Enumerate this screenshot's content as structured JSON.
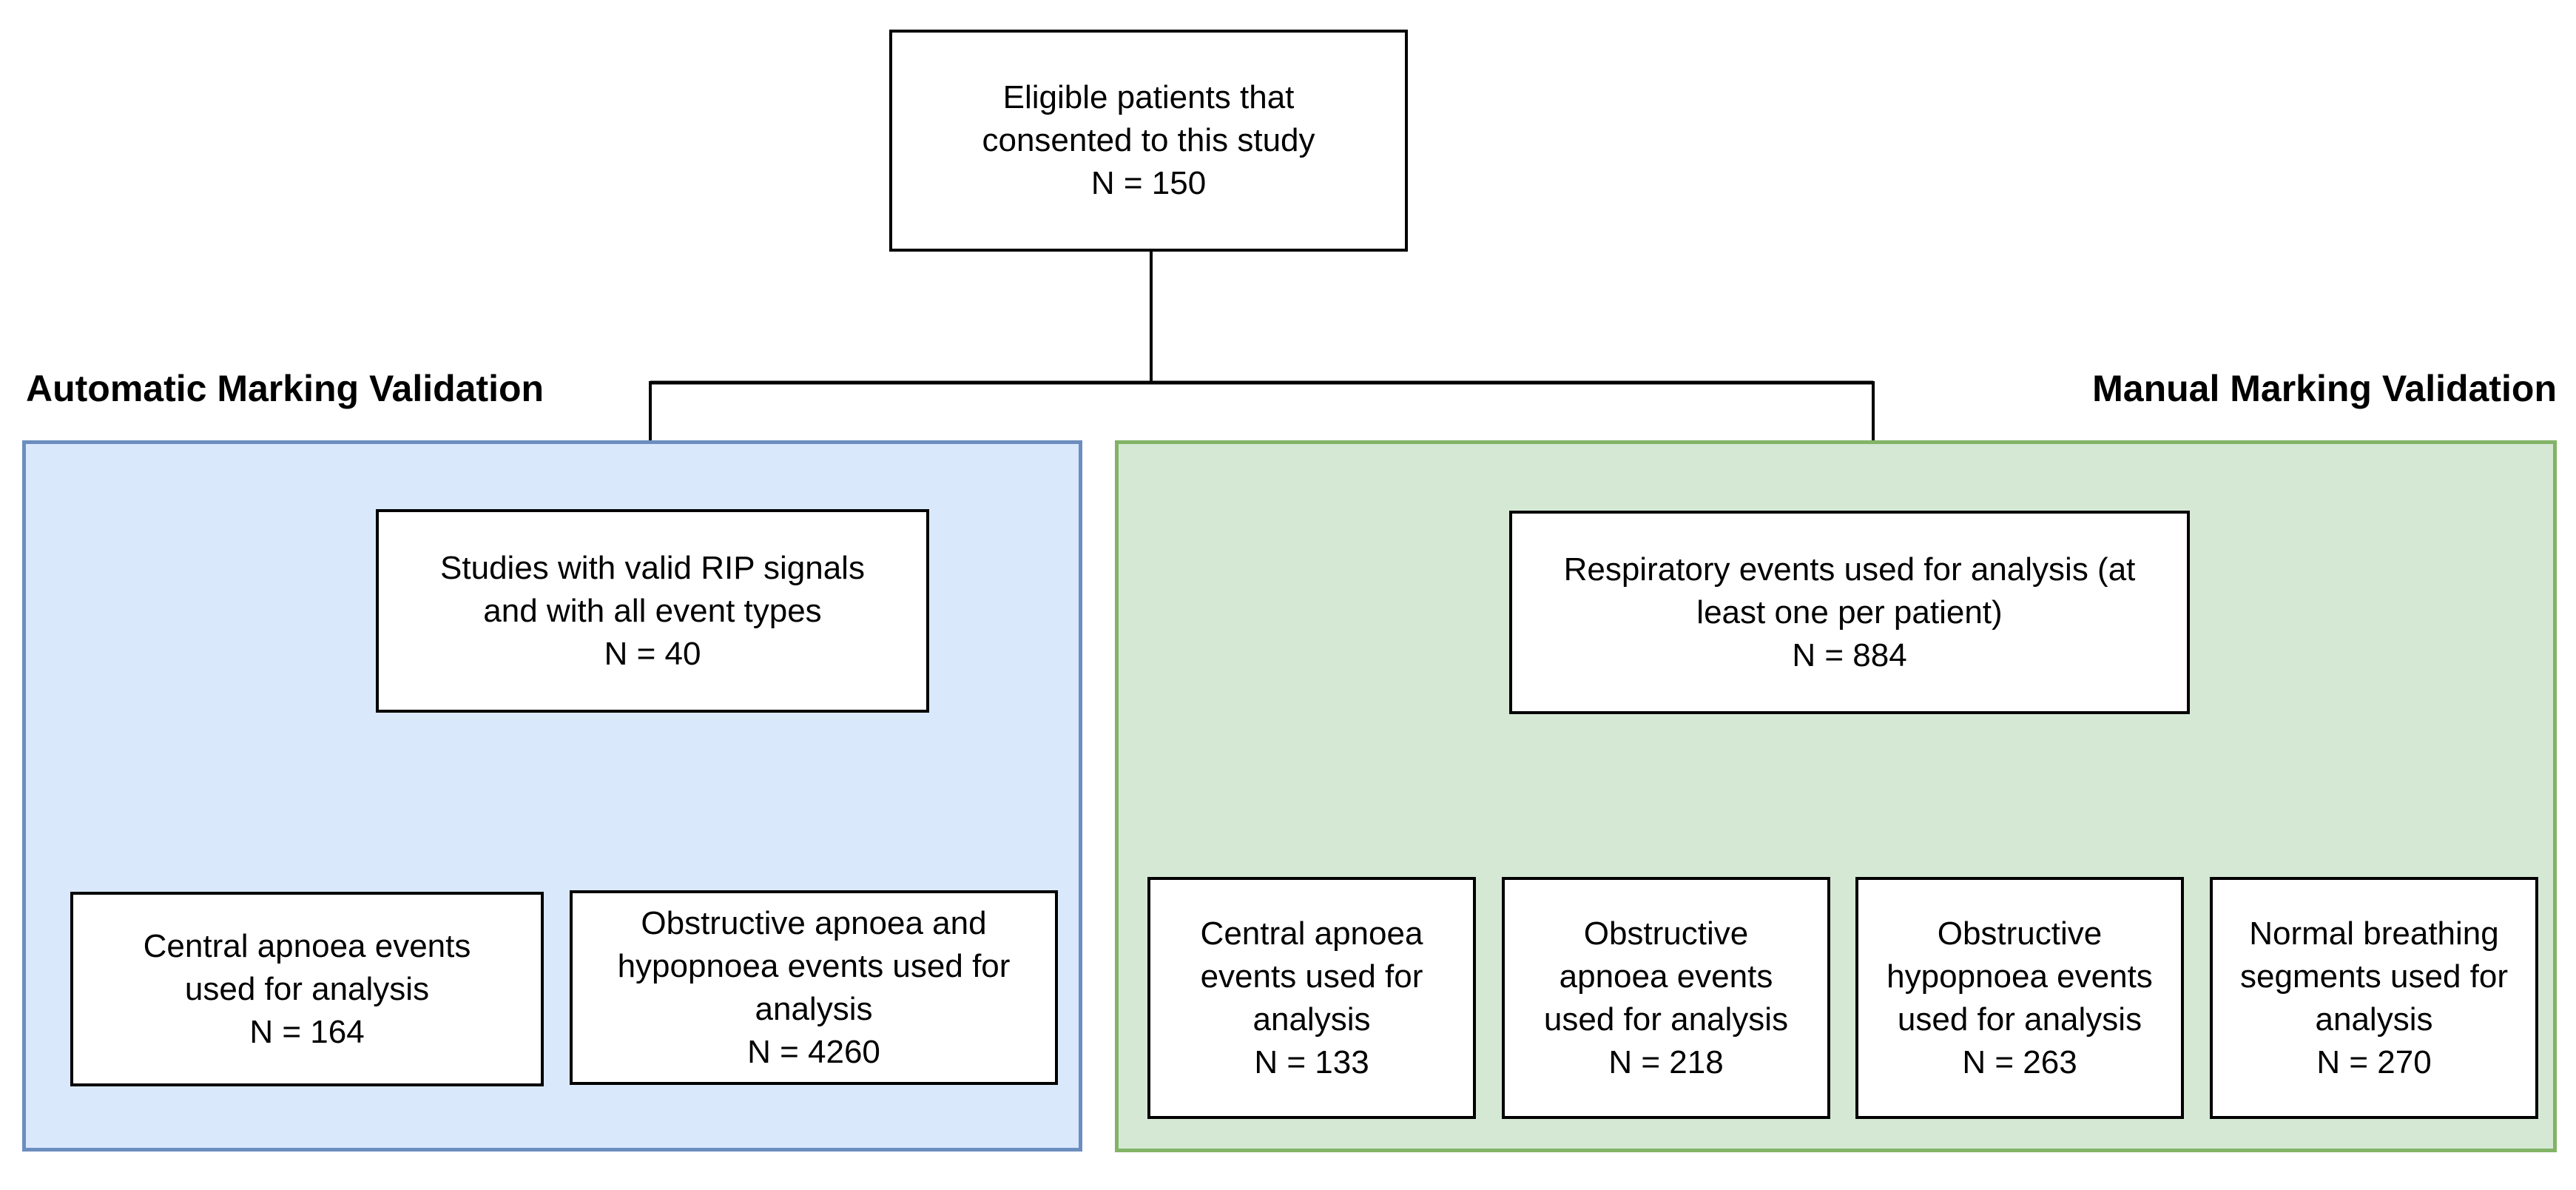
{
  "diagram": {
    "root": {
      "text": "Eligible patients that\nconsented to this study",
      "n": "N = 150",
      "n_value": 150
    },
    "sections": [
      {
        "title": "Automatic Marking Validation",
        "panel_fill": "#d9e8fb",
        "panel_border": "#6c8ebf",
        "parent": {
          "text": "Studies with valid RIP signals\nand with all event types",
          "n": "N = 40",
          "n_value": 40
        },
        "children": [
          {
            "text": "Central apnoea events\nused for analysis",
            "n": "N = 164",
            "n_value": 164
          },
          {
            "text": "Obstructive apnoea and\nhypopnoea events used for\nanalysis",
            "n": "N = 4260",
            "n_value": 4260
          }
        ]
      },
      {
        "title": "Manual Marking Validation",
        "panel_fill": "#d5e8d4",
        "panel_border": "#82b366",
        "parent": {
          "text": "Respiratory events used for analysis (at\nleast one per patient)",
          "n": "N = 884",
          "n_value": 884
        },
        "children": [
          {
            "text": "Central apnoea\nevents used for\nanalysis",
            "n": "N = 133",
            "n_value": 133
          },
          {
            "text": "Obstructive\napnoea events\nused for analysis",
            "n": "N = 218",
            "n_value": 218
          },
          {
            "text": "Obstructive\nhypopnoea events\nused for analysis",
            "n": "N = 263",
            "n_value": 263
          },
          {
            "text": "Normal breathing\nsegments used for\nanalysis",
            "n": "N = 270",
            "n_value": 270
          }
        ]
      }
    ],
    "colors": {
      "box_fill": "#ffffff",
      "box_border": "#000000",
      "connector": "#000000",
      "text": "#000000"
    }
  }
}
